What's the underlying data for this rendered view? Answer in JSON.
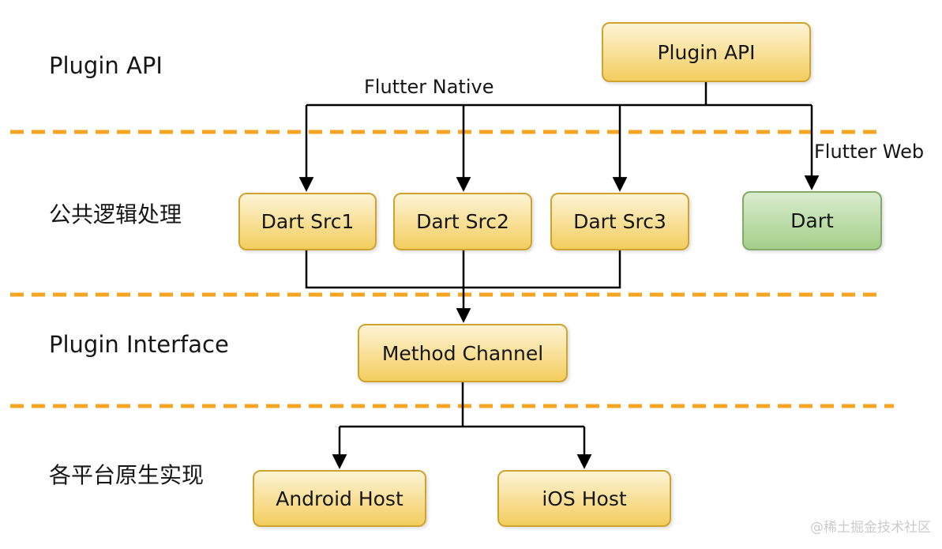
{
  "row_labels": {
    "plugin_api": "Plugin API",
    "shared_logic": "公共逻辑处理",
    "plugin_interface": "Plugin Interface",
    "platform_impl": "各平台原生实现"
  },
  "edge_labels": {
    "flutter_native": "Flutter Native",
    "flutter_web": "Flutter Web"
  },
  "nodes": {
    "plugin_api": "Plugin API",
    "dart_src1": "Dart Src1",
    "dart_src2": "Dart Src2",
    "dart_src3": "Dart Src3",
    "dart_web": "Dart",
    "method_channel": "Method Channel",
    "android_host": "Android Host",
    "ios_host": "iOS Host"
  },
  "watermark": "@稀土掘金技术社区",
  "colors": {
    "divider": "#F6A523",
    "connector": "#000000",
    "text": "#161616",
    "node-yellow-top": "#FDF4D5",
    "node-yellow-bottom": "#F3CD5E",
    "node-yellow-border": "#D0A22E",
    "node-green-top": "#D9ECCE",
    "node-green-bottom": "#A3CF88",
    "node-green-border": "#85A96B",
    "watermark": "#CBCBCB"
  }
}
